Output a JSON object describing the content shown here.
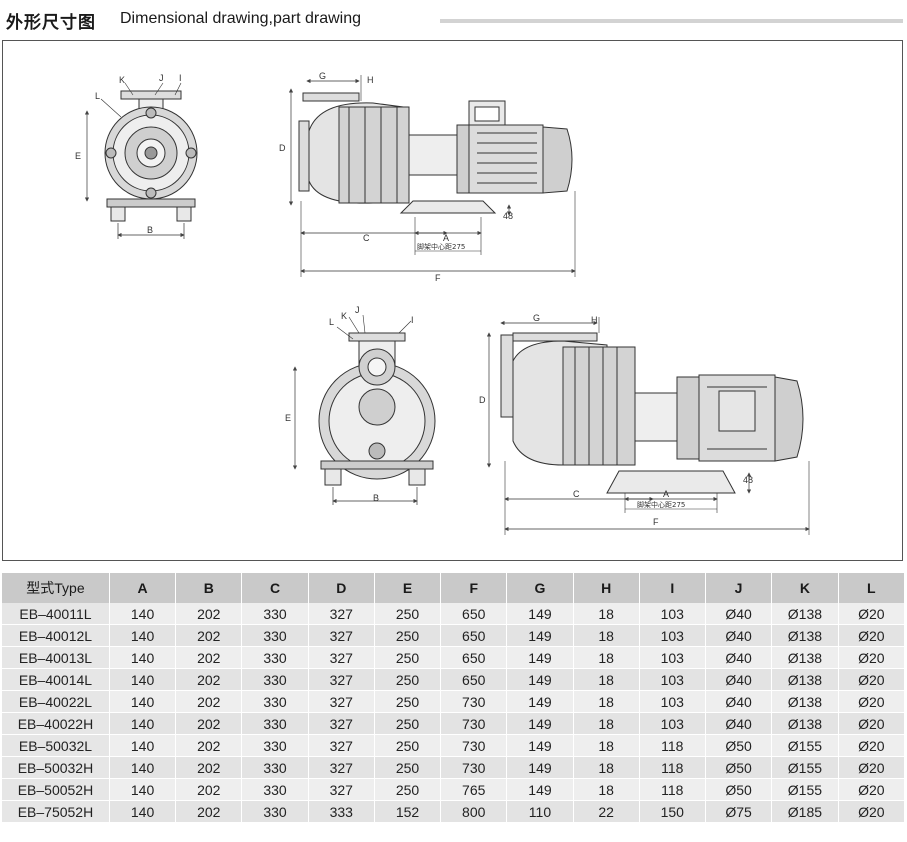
{
  "header": {
    "title_cn": "外形尺寸图",
    "title_en": "Dimensional drawing,part drawing"
  },
  "drawing": {
    "labels": {
      "A": "A",
      "B": "B",
      "C": "C",
      "D": "D",
      "E": "E",
      "F": "F",
      "G": "G",
      "H": "H",
      "I": "I",
      "J": "J",
      "K": "K",
      "L": "L",
      "h48": "48",
      "center_note": "脚架中心距275"
    }
  },
  "table": {
    "columns": [
      "型式Type",
      "A",
      "B",
      "C",
      "D",
      "E",
      "F",
      "G",
      "H",
      "I",
      "J",
      "K",
      "L"
    ],
    "rows": [
      [
        "EB–40011L",
        "140",
        "202",
        "330",
        "327",
        "250",
        "650",
        "149",
        "18",
        "103",
        "Ø40",
        "Ø138",
        "Ø20"
      ],
      [
        "EB–40012L",
        "140",
        "202",
        "330",
        "327",
        "250",
        "650",
        "149",
        "18",
        "103",
        "Ø40",
        "Ø138",
        "Ø20"
      ],
      [
        "EB–40013L",
        "140",
        "202",
        "330",
        "327",
        "250",
        "650",
        "149",
        "18",
        "103",
        "Ø40",
        "Ø138",
        "Ø20"
      ],
      [
        "EB–40014L",
        "140",
        "202",
        "330",
        "327",
        "250",
        "650",
        "149",
        "18",
        "103",
        "Ø40",
        "Ø138",
        "Ø20"
      ],
      [
        "EB–40022L",
        "140",
        "202",
        "330",
        "327",
        "250",
        "730",
        "149",
        "18",
        "103",
        "Ø40",
        "Ø138",
        "Ø20"
      ],
      [
        "EB–40022H",
        "140",
        "202",
        "330",
        "327",
        "250",
        "730",
        "149",
        "18",
        "103",
        "Ø40",
        "Ø138",
        "Ø20"
      ],
      [
        "EB–50032L",
        "140",
        "202",
        "330",
        "327",
        "250",
        "730",
        "149",
        "18",
        "118",
        "Ø50",
        "Ø155",
        "Ø20"
      ],
      [
        "EB–50032H",
        "140",
        "202",
        "330",
        "327",
        "250",
        "730",
        "149",
        "18",
        "118",
        "Ø50",
        "Ø155",
        "Ø20"
      ],
      [
        "EB–50052H",
        "140",
        "202",
        "330",
        "327",
        "250",
        "765",
        "149",
        "18",
        "118",
        "Ø50",
        "Ø155",
        "Ø20"
      ],
      [
        "EB–75052H",
        "140",
        "202",
        "330",
        "333",
        "152",
        "800",
        "110",
        "22",
        "150",
        "Ø75",
        "Ø185",
        "Ø20"
      ]
    ]
  }
}
